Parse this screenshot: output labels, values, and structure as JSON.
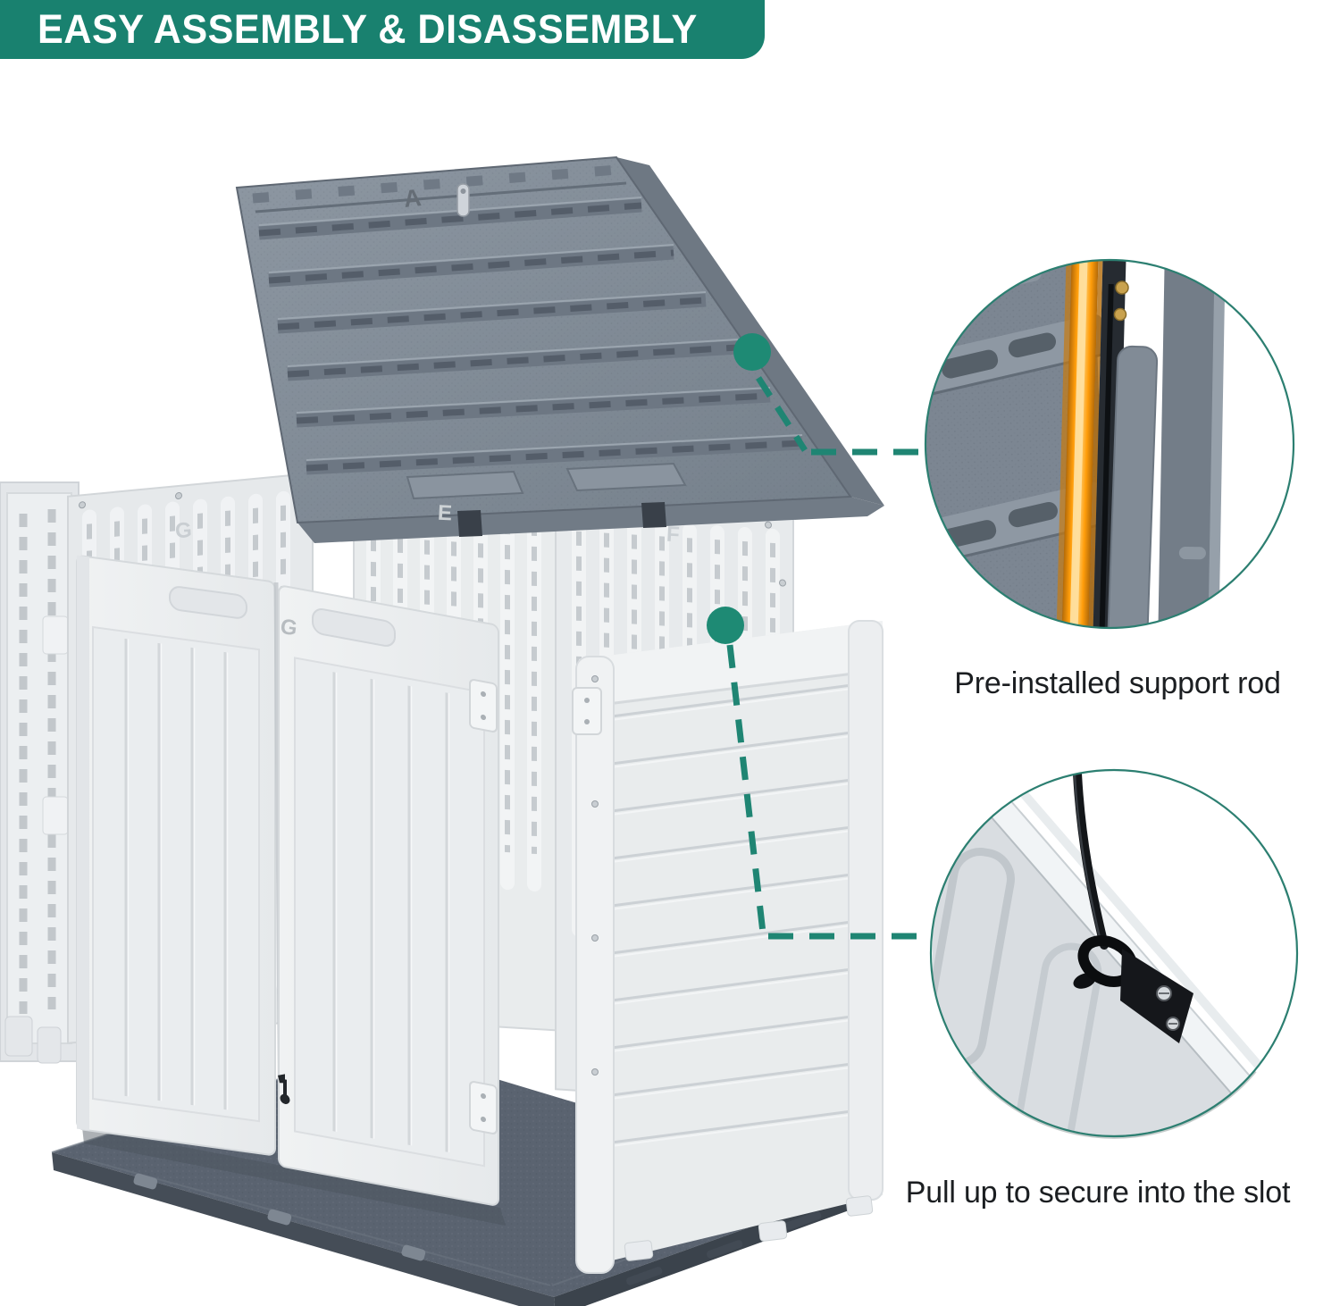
{
  "banner": {
    "title": "EASY ASSEMBLY & DISASSEMBLY",
    "bg": "#19816f",
    "fg": "#ffffff"
  },
  "labels": {
    "support_rod": "Pre-installed support rod",
    "slot": "Pull up to secure into the slot"
  },
  "part_marks": {
    "lid": "A",
    "back_left_panel": "G",
    "back_middle_panel": "E",
    "back_right_panel": "F",
    "right_door": "G"
  },
  "colors": {
    "accent_teal": "#1f8573",
    "connector_dot": "#1e8a74",
    "circle_ring": "#2c7f71",
    "support_rod_orange": "#ff9d0a",
    "lid_gray": "#7c8692",
    "panel_white": "#edeff1",
    "base_slate": "#5a6370"
  }
}
